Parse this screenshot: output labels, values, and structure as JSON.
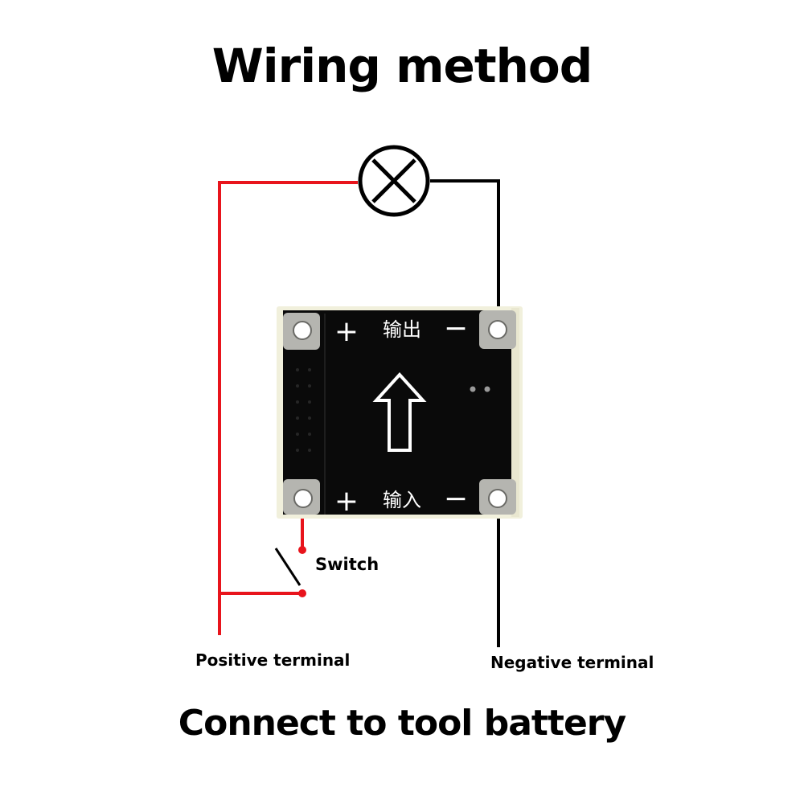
{
  "title": "Wiring method",
  "footer": "Connect to tool battery",
  "labels": {
    "switch": "Switch",
    "positive": "Positive terminal",
    "negative": "Negative terminal"
  },
  "board": {
    "output_label": "输出",
    "input_label": "输入",
    "plus": "+",
    "minus": "−"
  },
  "colors": {
    "positive_wire": "#e8141c",
    "negative_wire": "#000000",
    "board": "#0a0a0a",
    "board_edge": "#f1f0dc"
  },
  "icons": {
    "lamp": "lamp-symbol-icon",
    "arrow": "up-arrow-icon"
  }
}
